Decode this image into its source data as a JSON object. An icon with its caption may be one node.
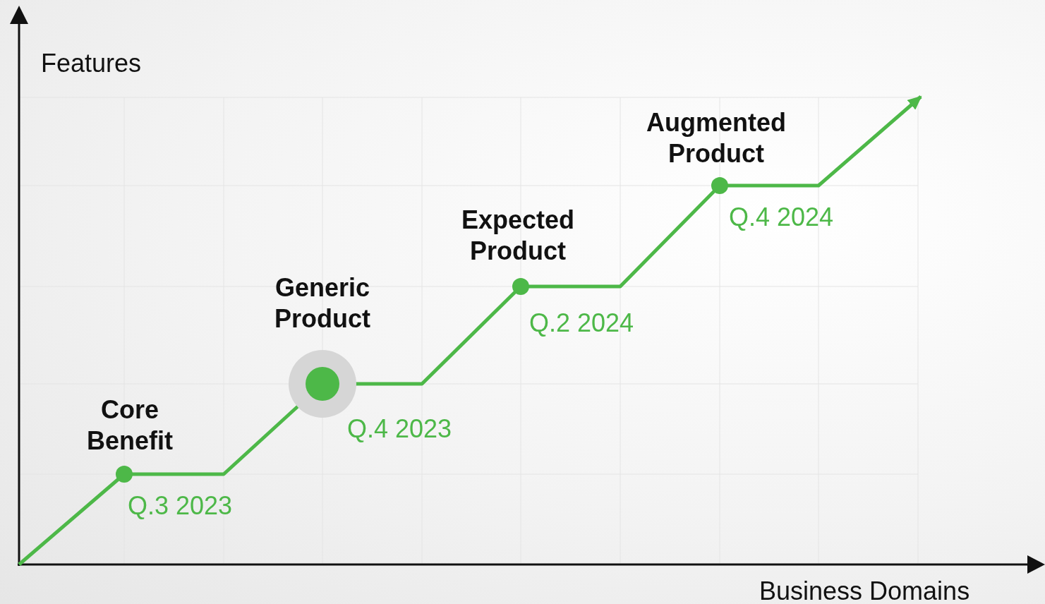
{
  "diagram": {
    "labels": [
      "Features",
      "Augmented Product",
      "Q.4 2024",
      "Expected Product",
      "Generic Product",
      "Q.2 2024",
      "Core Benefit",
      "Q.4 2023",
      "Q.3 2023",
      "Business Domains"
    ]
  }
}
